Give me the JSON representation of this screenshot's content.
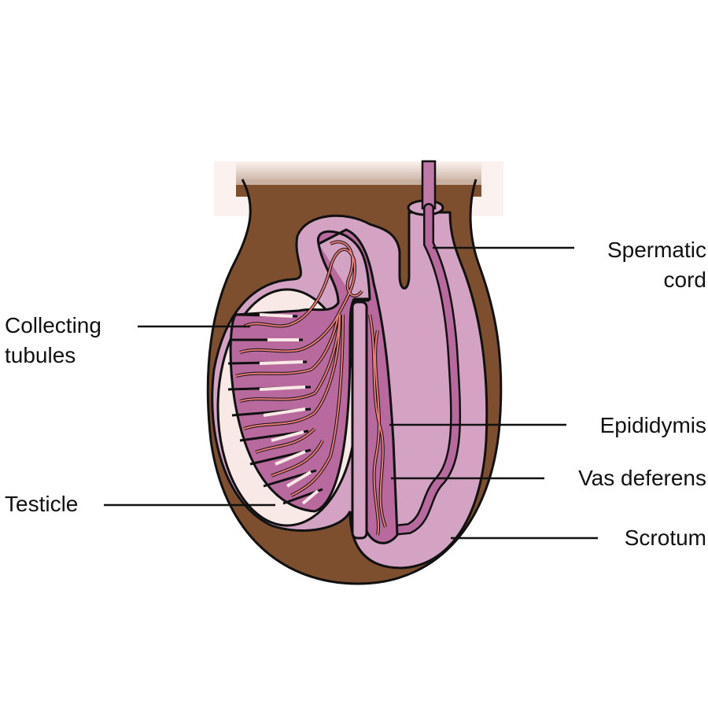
{
  "labels": {
    "spermatic_cord": [
      "Spermatic",
      "cord"
    ],
    "collecting_tubules": [
      "Collecting",
      "tubules"
    ],
    "epididymis": "Epididymis",
    "vas_deferens": "Vas deferens",
    "testicle": "Testicle",
    "scrotum": "Scrotum"
  },
  "colors": {
    "scrotum": "#7e4f2f",
    "tunica": "#d4a3c4",
    "tissue": "#b8699d",
    "tubules": "#ec7b78",
    "testicle_bg": "#f9e9e6",
    "outline": "#111111"
  }
}
